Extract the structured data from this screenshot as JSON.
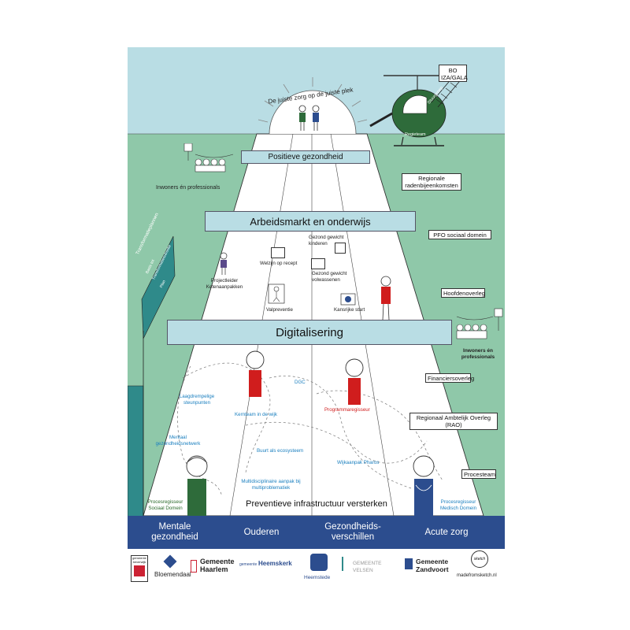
{
  "sun_text": "De juiste zorg op de juiste plek",
  "helicopter": {
    "sign": "BO IZA/GALA",
    "ladder_label": "Stuurgroep",
    "body_label": "Regieteam"
  },
  "banners": {
    "positieve": "Positieve gezondheid",
    "arbeidsmarkt": "Arbeidsmarkt en onderwijs",
    "digitalisering": "Digitalisering"
  },
  "bottom_line": "Preventieve infrastructuur versterken",
  "left_group_label": "Inwoners én professionals",
  "right_group_label": "Inwoners én professionals",
  "side_sign": {
    "line1": "Transformatieplannen",
    "line2": "Basis tot",
    "line3": "Transformatiesubsidie",
    "line4": "Plan"
  },
  "right_signs": {
    "regionale": "Regionale radenbijeenkomsten",
    "pfo": "PFO sociaal domein",
    "hoofden": "Hoofdenoverleg",
    "financiers": "Financiersoverleg",
    "rao": "Regionaal Ambtelijk Overleg (RAO)",
    "procesteam": "Procesteam"
  },
  "road_items": {
    "projectleider": "Projectleider Ketenaanpakken",
    "welzijn": "Welzijn op recept",
    "gezond_kinderen": "Gezond gewicht kinderen",
    "gezond_volwassenen": "Gezond gewicht volwassenen",
    "valpreventie": "Valpreventie",
    "kansrijke": "Kansrijke start"
  },
  "lower_items": {
    "laagdrempelige": "Laagdrempelige steunpunten",
    "dgc": "DGC",
    "kernteam": "Kernteam in de wijk",
    "programmaregisseur": "Programmaregisseur",
    "mentaal_netwerk": "Mentaal gezondheidsnetwerk",
    "buurt": "Buurt als ecosysteem",
    "wijkaanpak": "Wijkaanpak Pharos",
    "multidisciplinaire": "Multidisciplinaire aanpak bij multiproblematiek",
    "procesregisseur_sociaal": "Procesregisseur Sociaal Domein",
    "procesregisseur_medisch": "Procesregisseur Medisch Domein"
  },
  "pillars": [
    "Mentale gezondheid",
    "Ouderen",
    "Gezondheids- verschillen",
    "Acute zorg"
  ],
  "logos": {
    "beverwijk": "gemeente beverwijk",
    "bloemendaal": "Bloemendaal",
    "haarlem_prefix": "Gemeente",
    "haarlem": "Haarlem",
    "heemskerk_prefix": "gemeente",
    "heemskerk": "Heemskerk",
    "heemstede": "Heemstede",
    "velsen_prefix": "GEMEENTE",
    "velsen": "VELSEN",
    "zandvoort_prefix": "Gemeente",
    "zandvoort": "Zandvoort",
    "sketch_logo": "sketch",
    "sketch_url": "madefromsketch.nl"
  },
  "colors": {
    "sky": "#b9dde4",
    "grass": "#8fc8a9",
    "road": "#ffffff",
    "foundation": "#2c4d8e",
    "banner": "#b9dde4",
    "helicopter": "#2e6b3a",
    "shirt_red": "#d01d1d",
    "shirt_green": "#2e6b3a",
    "shirt_blue": "#2c4d8e",
    "text_blue": "#1a7fbf"
  }
}
